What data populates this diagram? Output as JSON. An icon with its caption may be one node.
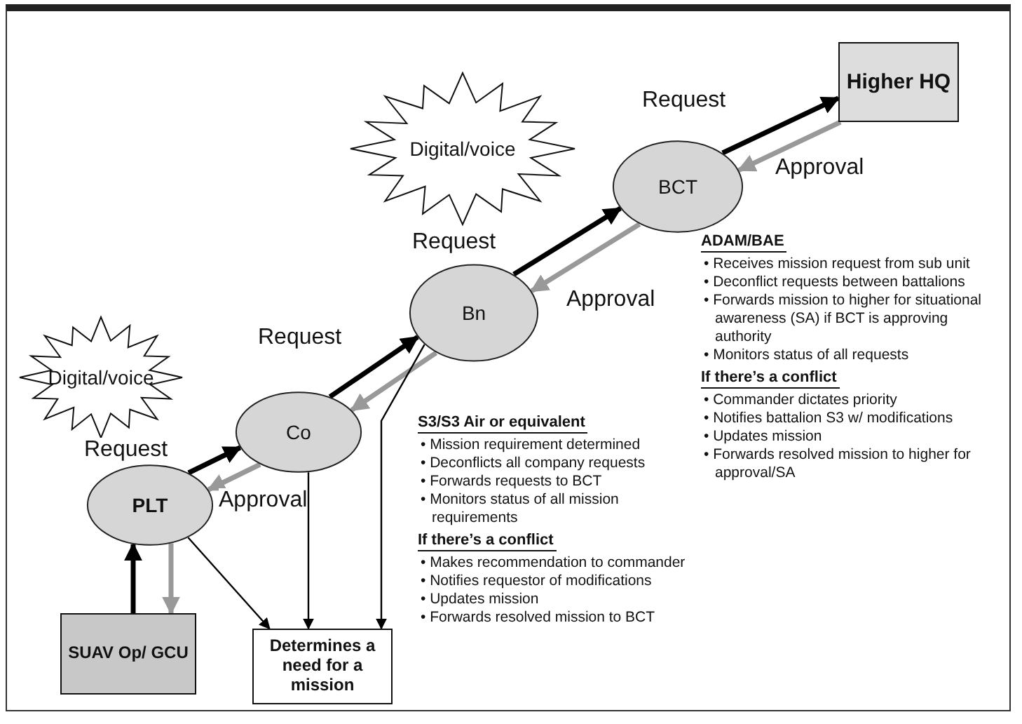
{
  "diagram": {
    "nodes": [
      {
        "text": [
          "Higher HQ"
        ]
      },
      {
        "text": [
          "Digital/voice"
        ]
      },
      {
        "text": [
          "BCT"
        ]
      },
      {
        "text": [
          "Digital/voice"
        ]
      },
      {
        "text": [
          "Bn"
        ]
      },
      {
        "text": [
          "Co"
        ]
      },
      {
        "text": [
          "PLT"
        ]
      },
      {
        "text": [
          "SUAV Op/ GCU"
        ]
      },
      {
        "text": [
          "Determines a need for a mission"
        ]
      }
    ],
    "edges": [
      {
        "from": 6,
        "to": 5,
        "arrow": "to",
        "label": "Request"
      },
      {
        "from": 5,
        "to": 6,
        "arrow": "to",
        "label": "Approval",
        "color": "#999999"
      },
      {
        "from": 5,
        "to": 4,
        "arrow": "to",
        "label": "Request"
      },
      {
        "from": 4,
        "to": 5,
        "arrow": "to",
        "color": "#999999"
      },
      {
        "from": 4,
        "to": 2,
        "arrow": "to",
        "label": "Request"
      },
      {
        "from": 2,
        "to": 4,
        "arrow": "to",
        "label": "Approval",
        "color": "#999999"
      },
      {
        "from": 2,
        "to": 0,
        "arrow": "to",
        "label": "Request"
      },
      {
        "from": 0,
        "to": 2,
        "arrow": "to",
        "label": "Approval",
        "color": "#999999"
      },
      {
        "from": 7,
        "to": 6,
        "arrow": "to"
      },
      {
        "from": 6,
        "to": 7,
        "arrow": "to",
        "color": "#999999"
      },
      {
        "from": 6,
        "to": 8,
        "arrow": "to"
      },
      {
        "from": 5,
        "to": 8,
        "arrow": "to"
      },
      {
        "from": 4,
        "to": 8,
        "arrow": "to"
      }
    ],
    "labels": [
      "ADAM/BAE",
      "• Receives mission request from sub unit",
      "• Deconflict requests between battalions",
      "• Forwards mission to higher for situational awareness (SA) if BCT is approving authority",
      "• Monitors status of all requests",
      "If there’s a conflict",
      "• Commander dictates priority",
      "• Notifies battalion S3 w/ modifications",
      "• Updates mission",
      "• Forwards resolved mission to higher for approval/SA",
      "S3/S3 Air or equivalent",
      "• Mission requirement determined",
      "• Deconflicts all company requests",
      "• Forwards requests to BCT",
      "• Monitors status of all mission requirements",
      "If there’s a conflict",
      "• Makes recommendation to commander",
      "• Notifies requestor of modifications",
      "• Updates mission",
      "• Forwards resolved mission to BCT"
    ]
  }
}
